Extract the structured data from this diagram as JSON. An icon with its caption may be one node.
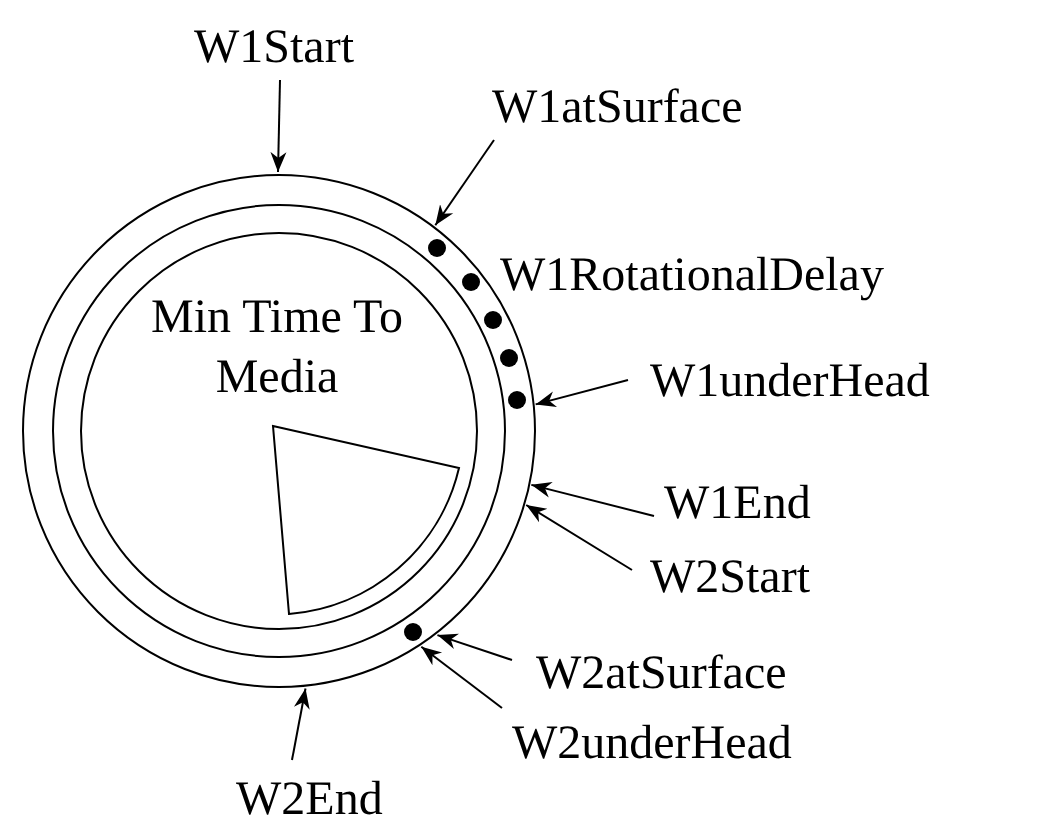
{
  "diagram": {
    "nodes": [
      {
        "text": [
          "Min Time To Media"
        ]
      },
      {
        "text": [
          "W1Start"
        ]
      },
      {
        "text": [
          "W1atSurface"
        ]
      },
      {
        "text": [
          "W1underHead"
        ]
      },
      {
        "text": [
          "W1End"
        ]
      },
      {
        "text": [
          "W2Start"
        ]
      },
      {
        "text": [
          "W2atSurface"
        ]
      },
      {
        "text": [
          "W2underHead"
        ]
      },
      {
        "text": [
          "W2End"
        ]
      }
    ],
    "edges": [
      {
        "from": 1,
        "to": 0,
        "arrow": "to"
      },
      {
        "from": 2,
        "to": 0,
        "arrow": "to"
      },
      {
        "from": 3,
        "to": 0,
        "arrow": "to"
      },
      {
        "from": 4,
        "to": 0,
        "arrow": "to"
      },
      {
        "from": 5,
        "to": 0,
        "arrow": "to"
      },
      {
        "from": 6,
        "to": 0,
        "arrow": "to"
      },
      {
        "from": 7,
        "to": 0,
        "arrow": "to"
      },
      {
        "from": 8,
        "to": 0,
        "arrow": "to"
      }
    ],
    "labels": [
      "W1RotationalDelay"
    ]
  }
}
